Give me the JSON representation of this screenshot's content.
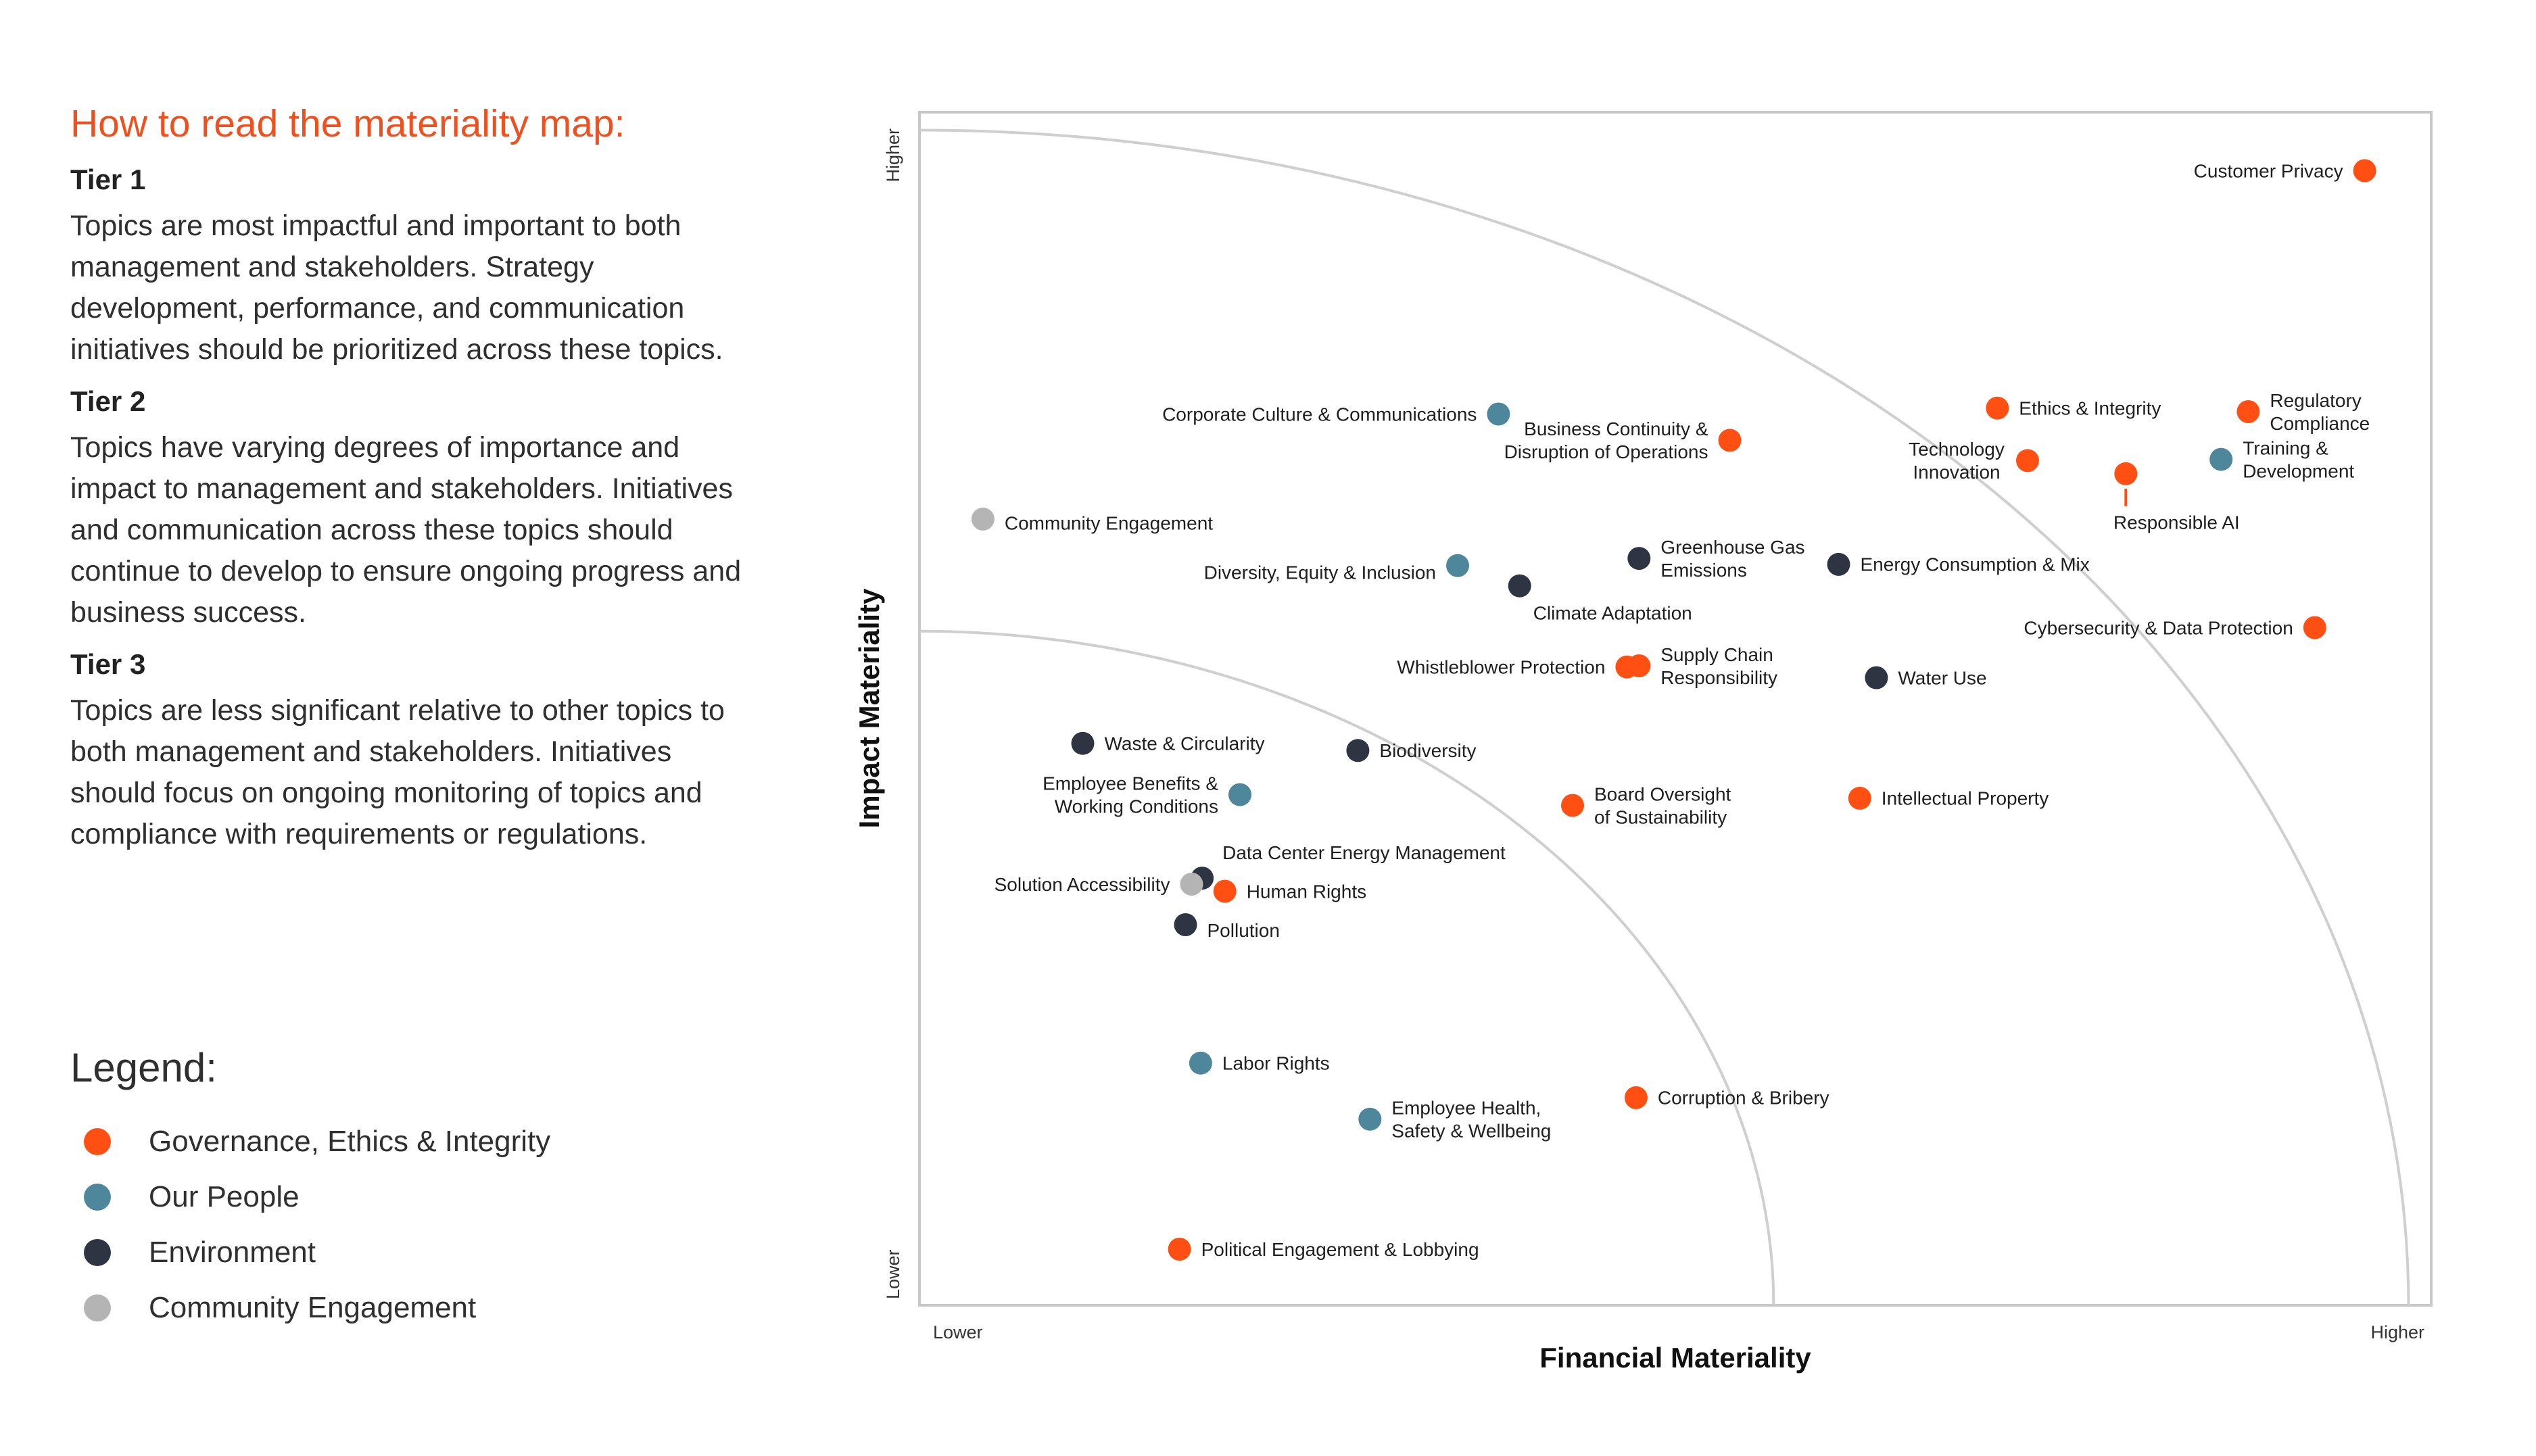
{
  "guide": {
    "title": "How to read the materiality map:",
    "tiers": [
      {
        "heading": "Tier 1",
        "text": "Topics are most impactful and important to both management and stakeholders. Strategy development, performance, and communication initiatives should be prioritized across these topics."
      },
      {
        "heading": "Tier 2",
        "text": "Topics have varying degrees of importance and impact to management and stakeholders. Initiatives and communication across these topics should continue to develop to ensure ongoing progress and business success."
      },
      {
        "heading": "Tier 3",
        "text": "Topics are less significant relative to other topics to both management and stakeholders. Initiatives should focus on ongoing monitoring of topics and compliance with requirements or regulations."
      }
    ]
  },
  "legend": {
    "title": "Legend:",
    "items": [
      {
        "label": "Governance, Ethics & Integrity",
        "color": "#ff4f12"
      },
      {
        "label": "Our People",
        "color": "#4e869c"
      },
      {
        "label": "Environment",
        "color": "#2e3442"
      },
      {
        "label": "Community Engagement",
        "color": "#b4b4b4"
      }
    ]
  },
  "chart_data": {
    "type": "scatter",
    "xlabel": "Financial Materiality",
    "ylabel": "Impact Materiality",
    "x_tick_labels": [
      "Lower",
      "Higher"
    ],
    "y_tick_labels": [
      "Lower",
      "Higher"
    ],
    "xlim": [
      0,
      100
    ],
    "ylim": [
      0,
      100
    ],
    "grid": false,
    "tier_boundaries": [
      {
        "tier": "Tier 3 / Tier 2",
        "radius": 56.5
      },
      {
        "tier": "Tier 2 / Tier 1",
        "radius": 98.5
      }
    ],
    "series": [
      {
        "name": "Governance, Ethics & Integrity",
        "color": "#ff4f12",
        "points": [
          {
            "label": "Customer Privacy",
            "x": 95.6,
            "y": 95.1
          },
          {
            "label": "Ethics & Integrity",
            "x": 71.3,
            "y": 75.2
          },
          {
            "label": "Regulatory Compliance",
            "x": 87.9,
            "y": 74.9
          },
          {
            "label": "Business Continuity & Disruption of Operations",
            "x": 53.6,
            "y": 72.5
          },
          {
            "label": "Technology Innovation",
            "x": 73.3,
            "y": 70.8
          },
          {
            "label": "Responsible AI",
            "x": 79.8,
            "y": 69.7
          },
          {
            "label": "Cybersecurity & Data Protection",
            "x": 92.3,
            "y": 56.8
          },
          {
            "label": "Whistleblower Protection",
            "x": 46.8,
            "y": 53.5
          },
          {
            "label": "Supply Chain Responsibility",
            "x": 47.6,
            "y": 53.6
          },
          {
            "label": "Intellectual Property",
            "x": 62.2,
            "y": 42.5
          },
          {
            "label": "Board Oversight of Sustainability",
            "x": 43.2,
            "y": 41.9
          },
          {
            "label": "Human Rights",
            "x": 20.2,
            "y": 34.7
          },
          {
            "label": "Corruption & Bribery",
            "x": 47.4,
            "y": 17.4
          },
          {
            "label": "Political Engagement & Lobbying",
            "x": 17.2,
            "y": 4.7
          }
        ]
      },
      {
        "name": "Our People",
        "color": "#4e869c",
        "points": [
          {
            "label": "Corporate Culture & Communications",
            "x": 38.3,
            "y": 74.7
          },
          {
            "label": "Training & Development",
            "x": 86.1,
            "y": 70.9
          },
          {
            "label": "Diversity, Equity & Inclusion",
            "x": 35.6,
            "y": 62.0
          },
          {
            "label": "Employee Benefits & Working Conditions",
            "x": 21.2,
            "y": 42.8
          },
          {
            "label": "Labor Rights",
            "x": 18.6,
            "y": 20.3
          },
          {
            "label": "Employee Health, Safety & Wellbeing",
            "x": 29.8,
            "y": 15.6
          }
        ]
      },
      {
        "name": "Environment",
        "color": "#2e3442",
        "points": [
          {
            "label": "Greenhouse Gas Emissions",
            "x": 47.6,
            "y": 62.6
          },
          {
            "label": "Energy Consumption & Mix",
            "x": 60.8,
            "y": 62.1
          },
          {
            "label": "Climate Adaptation",
            "x": 39.7,
            "y": 60.3
          },
          {
            "label": "Water Use",
            "x": 63.3,
            "y": 52.6
          },
          {
            "label": "Waste & Circularity",
            "x": 10.8,
            "y": 47.1
          },
          {
            "label": "Biodiversity",
            "x": 29.0,
            "y": 46.5
          },
          {
            "label": "Data Center Energy Management",
            "x": 18.7,
            "y": 35.8
          },
          {
            "label": "Pollution",
            "x": 17.6,
            "y": 31.9
          }
        ]
      },
      {
        "name": "Community Engagement",
        "color": "#b4b4b4",
        "points": [
          {
            "label": "Community Engagement",
            "x": 4.2,
            "y": 65.9
          },
          {
            "label": "Solution Accessibility",
            "x": 18.0,
            "y": 35.3
          }
        ]
      }
    ]
  }
}
